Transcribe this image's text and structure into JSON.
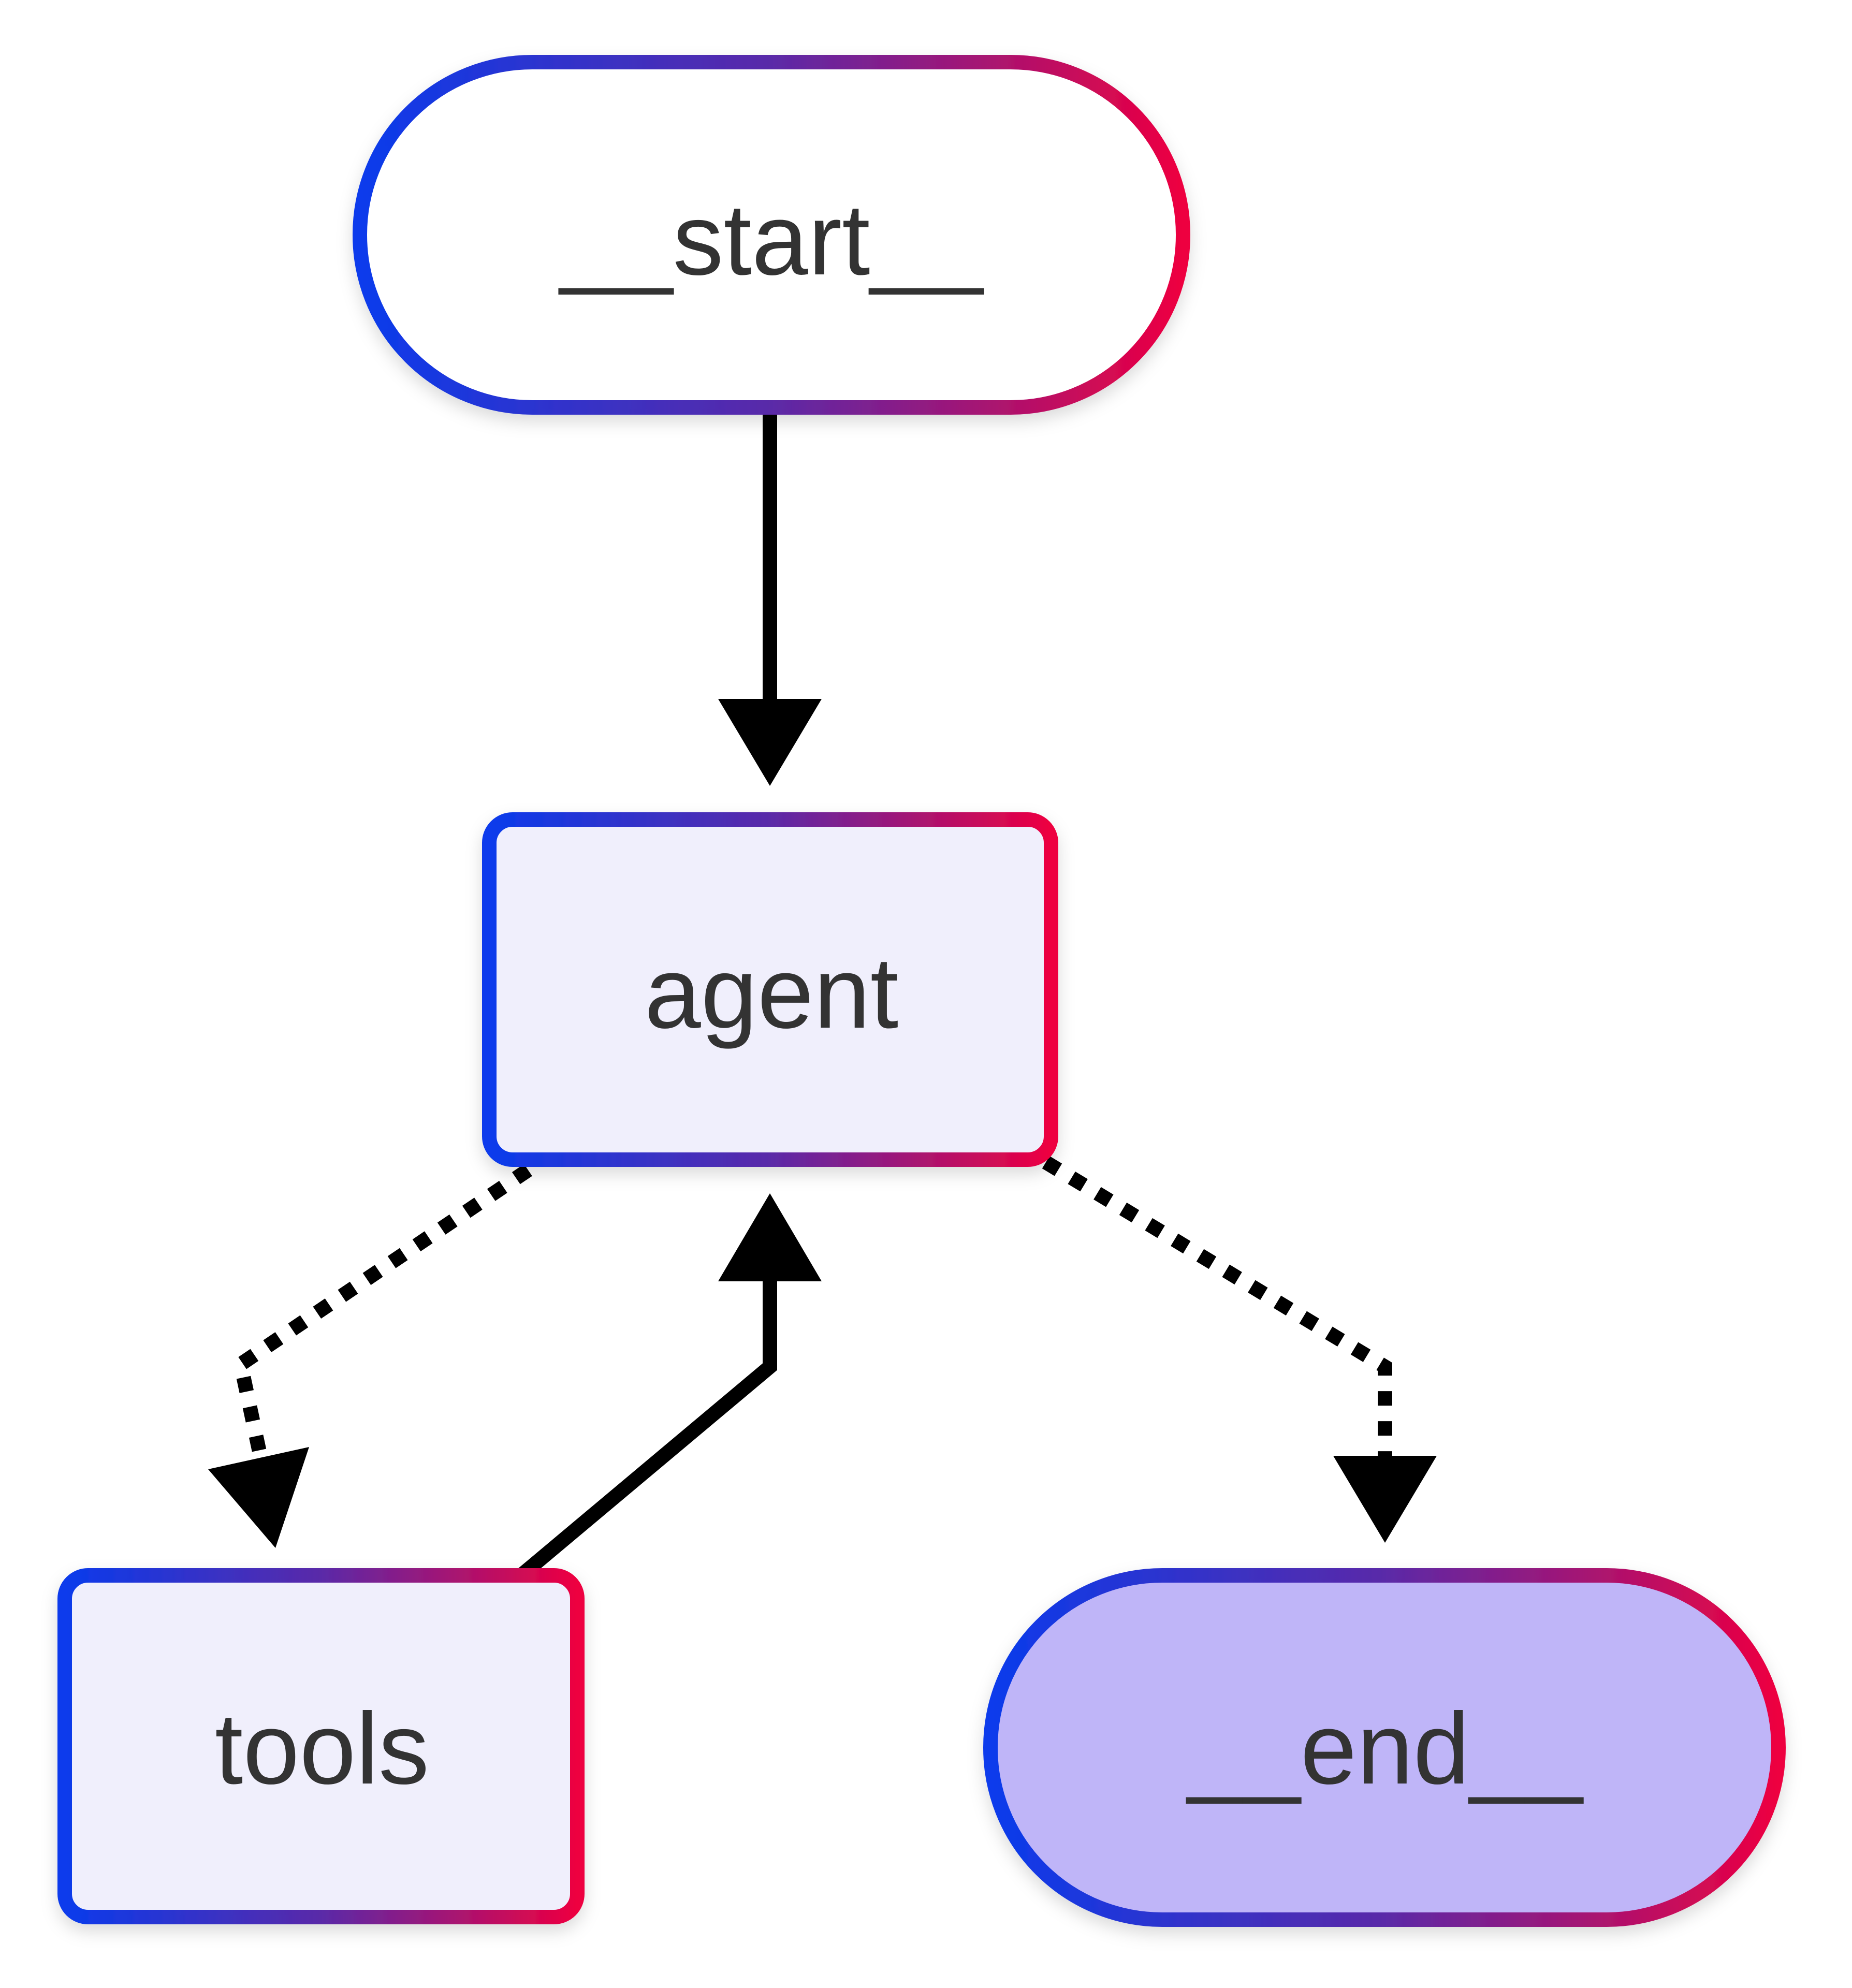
{
  "nodes": {
    "start": {
      "label": "__start__",
      "fill": "#ffffff"
    },
    "agent": {
      "label": "agent",
      "fill": "#f0effc"
    },
    "tools": {
      "label": "tools",
      "fill": "#f0effc"
    },
    "end": {
      "label": "__end__",
      "fill": "#bfb5f8"
    }
  },
  "edges": [
    {
      "from": "__start__",
      "to": "agent",
      "style": "solid"
    },
    {
      "from": "agent",
      "to": "tools",
      "style": "dotted"
    },
    {
      "from": "agent",
      "to": "__end__",
      "style": "dotted"
    },
    {
      "from": "tools",
      "to": "agent",
      "style": "solid"
    }
  ],
  "colors": {
    "border_gradient_start": "#0a3bec",
    "border_gradient_mid": "#5a2aa8",
    "border_gradient_end": "#ee0040",
    "edge": "#000000",
    "label_text": "#333333"
  }
}
